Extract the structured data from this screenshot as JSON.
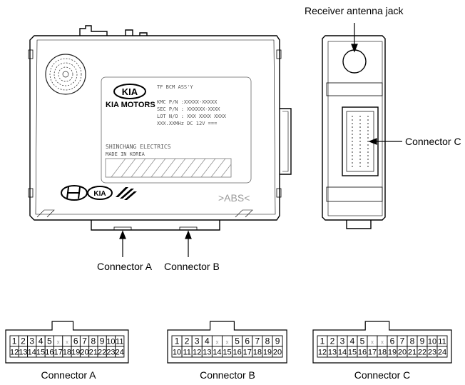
{
  "callouts": {
    "receiver_antenna_jack": "Receiver antenna jack",
    "connector_c": "Connector C",
    "connector_a": "Connector A",
    "connector_b": "Connector B"
  },
  "module_label": {
    "part_name": "TF BCM ASS'Y",
    "kmc_pn": "KMC P/N :XXXXX-XXXXX",
    "sec_pn": "SEC P/N : XXXXXX-XXXX",
    "lot_no": "LOT N/O : XXX XXXX XXXX",
    "freq": "XXX.XXMHz DC 12V ===",
    "manufacturer": "SHINCHANG ELECTRICS",
    "made_in": "MADE IN KOREA",
    "brand_logo": "KIA",
    "brand_name": "KIA MOTORS",
    "abs_mark": ">ABS<",
    "small_kia_logo": "KIA"
  },
  "pinouts": [
    {
      "caption": "Connector A",
      "top_row": [
        "1",
        "2",
        "3",
        "4",
        "5",
        "x",
        "x",
        "6",
        "7",
        "8",
        "9",
        "10",
        "11"
      ],
      "bottom_row": [
        "12",
        "13",
        "14",
        "15",
        "16",
        "17",
        "18",
        "19",
        "20",
        "21",
        "22",
        "23",
        "24"
      ]
    },
    {
      "caption": "Connector B",
      "top_row": [
        "1",
        "2",
        "3",
        "4",
        "x",
        "x",
        "5",
        "6",
        "7",
        "8",
        "9"
      ],
      "bottom_row": [
        "10",
        "11",
        "12",
        "13",
        "14",
        "15",
        "16",
        "17",
        "18",
        "19",
        "20"
      ]
    },
    {
      "caption": "Connector C",
      "top_row": [
        "1",
        "2",
        "3",
        "4",
        "5",
        "x",
        "x",
        "6",
        "7",
        "8",
        "9",
        "10",
        "11"
      ],
      "bottom_row": [
        "12",
        "13",
        "14",
        "15",
        "16",
        "17",
        "18",
        "19",
        "20",
        "21",
        "22",
        "23",
        "24"
      ]
    }
  ]
}
